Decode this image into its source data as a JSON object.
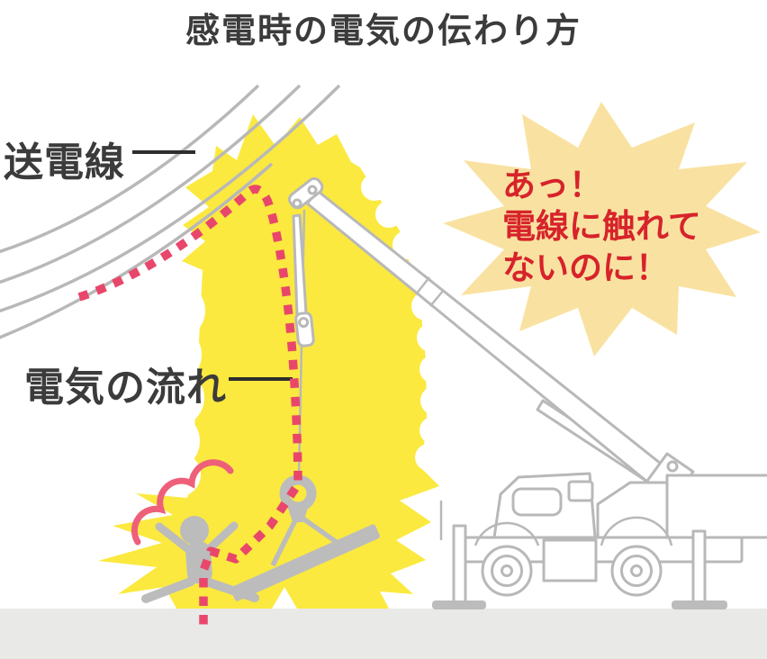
{
  "title": "感電時の電気の伝わり方",
  "labels": {
    "power_line": {
      "text": "送電線"
    },
    "current_flow": {
      "text": "電気の流れ"
    }
  },
  "speech_bubble": {
    "lines": [
      "あっ！",
      "電線に触れて",
      "ないのに！"
    ]
  },
  "icons": [
    "transmission-lines-icon",
    "electric-shock-burst-icon",
    "crane-icon",
    "crane-hook-icon",
    "load-beam-icon",
    "shocked-worker-icon",
    "impact-spark-icon",
    "electricity-dash-path-icon"
  ],
  "colors": {
    "background": "#ffffff",
    "ground": "#e9e9e8",
    "burst_yellow": "#fbe93f",
    "bubble_cream": "#f9e2a1",
    "bubble_text_red": "#d7232b",
    "dash_pink_red": "#e8476b",
    "spark_pink": "#ee607a",
    "outline_gray": "#b8b8b9",
    "solid_gray": "#bcbcbd",
    "label_dark": "#3b3b3b",
    "pointer_line": "#2e2e2e"
  }
}
